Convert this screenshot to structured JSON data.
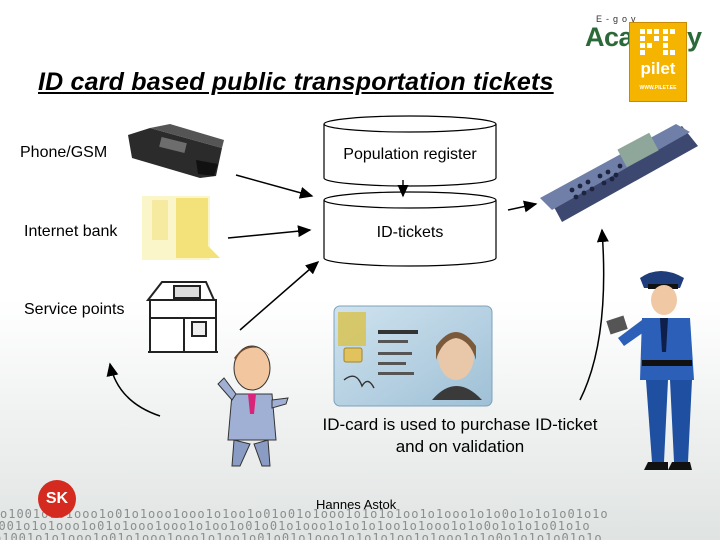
{
  "title": "ID card based public transportation tickets",
  "sources": {
    "phone": "Phone/GSM",
    "internet_bank": "Internet bank",
    "service_points": "Service points"
  },
  "databases": {
    "population_register": "Population register",
    "id_tickets": "ID-tickets"
  },
  "caption": {
    "line1": "ID-card is used to purchase ID-ticket",
    "line2": "and on validation"
  },
  "footer": {
    "author": "Hannes Astok",
    "sk_logo_text": "SK",
    "binary_pattern": "o1001o1o1ooo1o01o1ooo1ooo1o1oo1o01o01o1ooo1o1o1o1oo1o1ooo1o1o0o1o1o1o01o1o"
  },
  "branding": {
    "egov": "E-gov",
    "academy": "Academy",
    "pilet": "pilet",
    "pilet_url": "WWW.PILET.EE"
  },
  "colors": {
    "brand_red": "#d42a1f",
    "pilet_yellow": "#f5b400",
    "academy_green": "#2b6a38",
    "officer_blue": "#1f4fa0"
  },
  "icons": [
    "phone-icon",
    "internet-bank-icon",
    "service-point-icon",
    "ticket-validator-icon",
    "id-card-image",
    "man-pointing-icon",
    "police-officer-icon"
  ]
}
